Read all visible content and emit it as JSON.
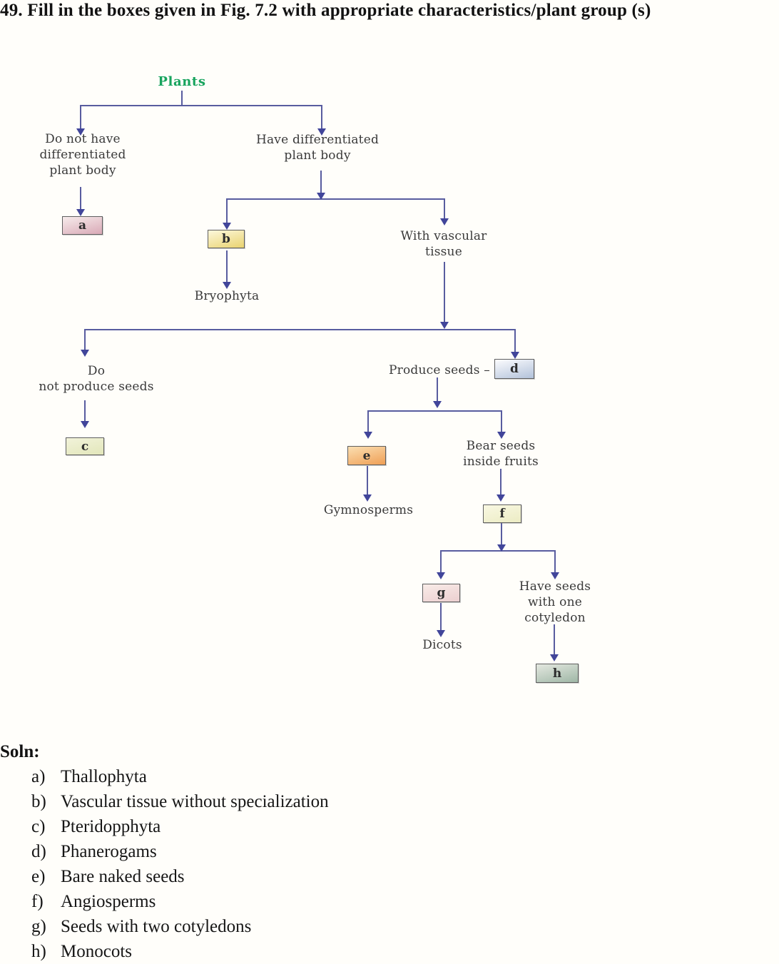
{
  "title": "49. Fill in the boxes given in Fig. 7.2 with appropriate characteristics/plant group (s)",
  "figure": {
    "root": {
      "label": "Plants",
      "color": "#18a45e"
    },
    "line_color": "#585c9f",
    "arrow_color": "#41459a",
    "labels": {
      "no_diff": "Do not have\ndifferentiated\nplant body",
      "have_diff": "Have differentiated\nplant body",
      "bryophyta": "Bryophyta",
      "vascular": "With vascular\ntissue",
      "no_seeds": "Do\nnot produce seeds",
      "produce_seeds": "Produce seeds –",
      "gymnosperms": "Gymnosperms",
      "bear_seeds": "Bear seeds\ninside fruits",
      "dicots": "Dicots",
      "one_cotyledon": "Have seeds\nwith one\ncotyledon"
    },
    "boxes": {
      "a": {
        "label": "a",
        "color_top": "#f7ecec",
        "color_bottom": "#d9a9b6"
      },
      "b": {
        "label": "b",
        "color_top": "#fdf8dc",
        "color_bottom": "#e9d370"
      },
      "c": {
        "label": "c",
        "color_top": "#f2f3da",
        "color_bottom": "#e2e6ba"
      },
      "d": {
        "label": "d",
        "color_top": "#fcfcfe",
        "color_bottom": "#b2c2da"
      },
      "e": {
        "label": "e",
        "color_top": "#fbdfb2",
        "color_bottom": "#ef9f55"
      },
      "f": {
        "label": "f",
        "color_top": "#f9f8e2",
        "color_bottom": "#ececc4"
      },
      "g": {
        "label": "g",
        "color_top": "#f9ece8",
        "color_bottom": "#eccfd0"
      },
      "h": {
        "label": "h",
        "color_top": "#e4e8e0",
        "color_bottom": "#9fb7a6"
      }
    }
  },
  "solution": {
    "heading": "Soln:",
    "items": [
      {
        "letter": "a)",
        "text": "Thallophyta"
      },
      {
        "letter": "b)",
        "text": "Vascular tissue without specialization"
      },
      {
        "letter": "c)",
        "text": "Pteridopphyta"
      },
      {
        "letter": "d)",
        "text": "Phanerogams"
      },
      {
        "letter": "e)",
        "text": "Bare naked seeds"
      },
      {
        "letter": "f)",
        "text": "Angiosperms"
      },
      {
        "letter": "g)",
        "text": "Seeds with two cotyledons"
      },
      {
        "letter": "h)",
        "text": "Monocots"
      }
    ]
  }
}
